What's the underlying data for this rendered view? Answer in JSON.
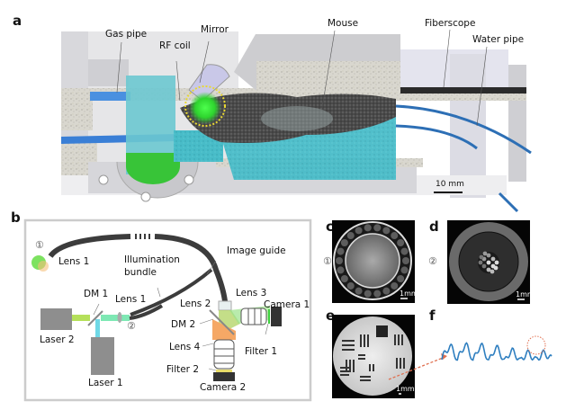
{
  "panels": {
    "a": {
      "label": "a",
      "annotations": {
        "gas_pipe": "Gas pipe",
        "rf_coil": "RF coil",
        "mirror": "Mirror",
        "mouse": "Mouse",
        "fiberscope": "Fiberscope",
        "water_pipe": "Water pipe"
      },
      "scale_bar": "10 mm"
    },
    "b": {
      "label": "b",
      "annotations": {
        "marker1": "①",
        "marker2": "②",
        "lens1_top": "Lens 1",
        "illumination": "Illumination",
        "bundle": "bundle",
        "image_guide": "Image guide",
        "dm1": "DM 1",
        "lens1": "Lens 1",
        "laser2": "Laser 2",
        "laser1": "Laser 1",
        "lens2": "Lens 2",
        "lens3": "Lens 3",
        "camera1": "Camera 1",
        "dm2": "DM 2",
        "lens4": "Lens 4",
        "filter1": "Filter 1",
        "filter2": "Filter 2",
        "camera2": "Camera 2"
      },
      "colors": {
        "laser2_beam": "#b5e05a",
        "laser1_beam": "#6fd8e6",
        "combined_beam": "#7ee8b4",
        "emission": "#f5a866",
        "green_light": "#9be38a",
        "fiber": "#3c3c3c",
        "filter1": "#3ccf3c",
        "filter2": "#e8dc6a"
      }
    },
    "c": {
      "label": "c",
      "marker": "①",
      "scale_bar": "1mm"
    },
    "d": {
      "label": "d",
      "marker": "②",
      "scale_bar": "1mm"
    },
    "e": {
      "label": "e",
      "scale_bar": "1mm"
    },
    "f": {
      "label": "f",
      "line_color": "#2f7fc0",
      "highlight_color": "#e07050"
    }
  }
}
